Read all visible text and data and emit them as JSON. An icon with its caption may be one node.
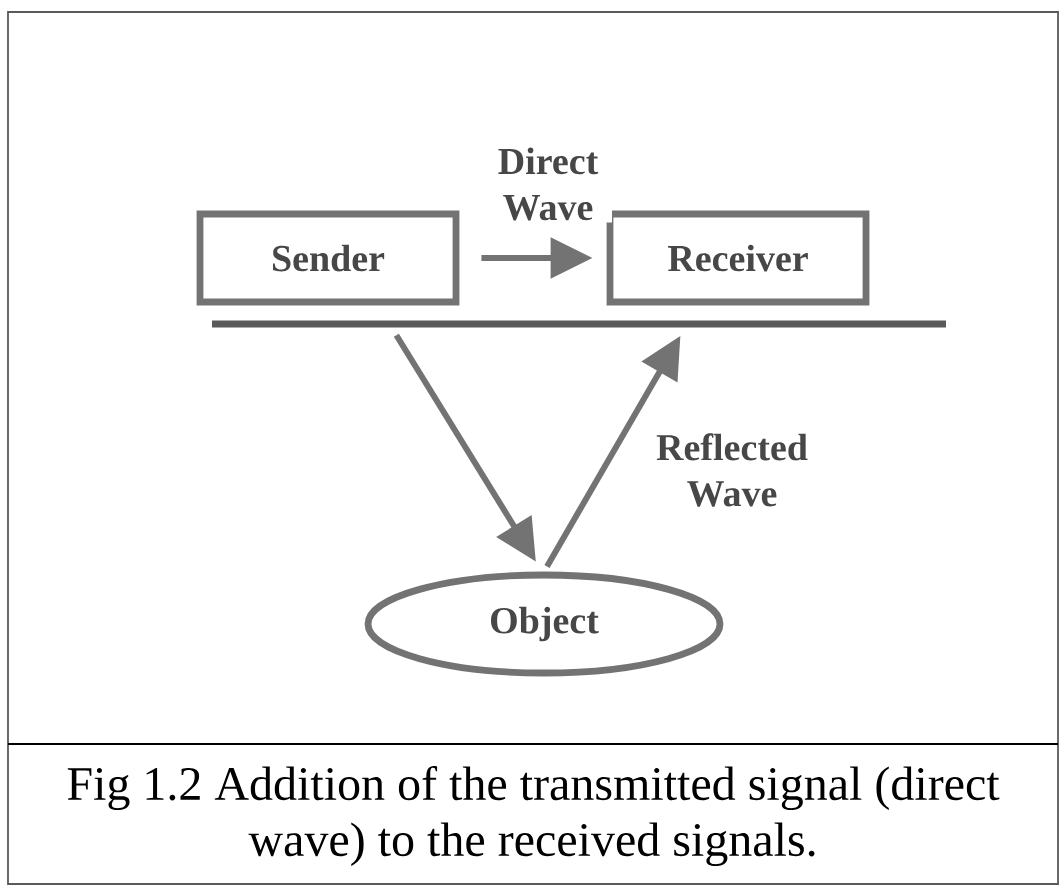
{
  "diagram": {
    "caption": "Fig 1.2 Addition of the transmitted signal (direct wave) to the received signals.",
    "nodes": [
      {
        "text": [
          "Sender"
        ]
      },
      {
        "text": [
          "Receiver"
        ]
      },
      {
        "text": [
          "Object"
        ]
      }
    ],
    "edges": [
      {
        "from": 0,
        "to": 1,
        "arrow": "to",
        "label": "Direct Wave"
      },
      {
        "from": 0,
        "to": 2,
        "arrow": "to"
      },
      {
        "from": 2,
        "to": 1,
        "arrow": "to",
        "label": "Reflected Wave"
      }
    ]
  }
}
